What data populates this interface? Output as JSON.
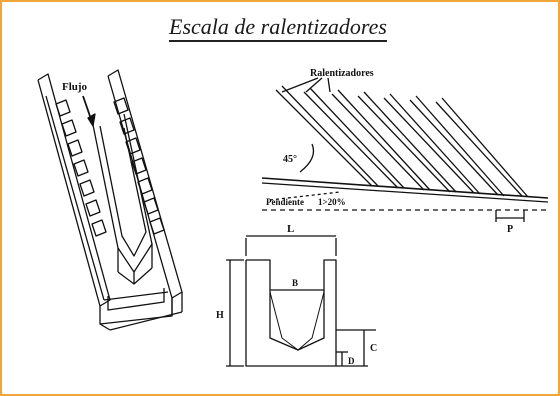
{
  "title": "Escala de ralentizadores",
  "labels": {
    "flow": "Flujo",
    "baffles": "Ralentizadores",
    "angle": "45°",
    "slope_label": "Pendiente",
    "slope_value": "1>20%",
    "pitch": "P",
    "width": "L",
    "slot": "B",
    "height": "H",
    "depth_c": "C",
    "depth_d": "D"
  },
  "colors": {
    "border": "#f2a637",
    "ink": "#111111"
  }
}
